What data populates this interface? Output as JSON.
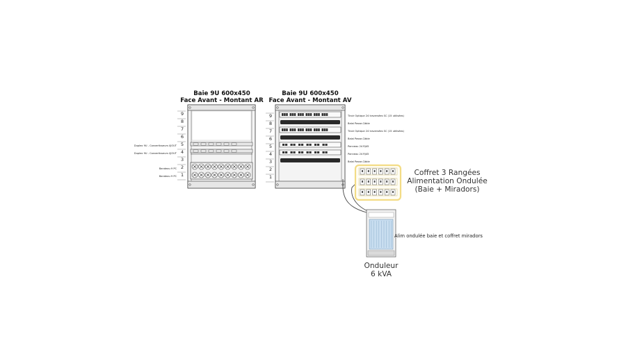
{
  "racks": {
    "ar": {
      "title_line1": "Baie 9U 600x450",
      "title_line2": "Face Avant - Montant AR",
      "unit_numbers": [
        "9",
        "8",
        "7",
        "6",
        "5",
        "4",
        "3",
        "2",
        "1"
      ],
      "labels": {
        "u5": "Duplex 9U - Convertisseurs I/JOUT",
        "u4": "Duplex 9U - Convertisseurs I/JOUT",
        "u2": "Bandeau 9 PC",
        "u1": "Bandeau 9 PC"
      }
    },
    "av": {
      "title_line1": "Baie 9U 600x450",
      "title_line2": "Face Avant - Montant AV",
      "unit_numbers": [
        "9",
        "8",
        "7",
        "6",
        "5",
        "4",
        "3",
        "2",
        "1"
      ],
      "labels": {
        "u9": "Tiroir Optique 24 traversées SC (15 utilisées)",
        "u8": "Balai Passe-Câble",
        "u7": "Tiroir Optique 24 traversées SC (15 utilisées)",
        "u6": "Balai Passe-Câble",
        "u5": "Panneau 24 RJ45",
        "u4": "Panneau 24 RJ45",
        "u3": "Balai Passe-Câble"
      }
    }
  },
  "coffret": {
    "line1": "Coffret 3 Rangées",
    "line2": "Alimentation Ondulée",
    "line3": "(Baie + Miradors)"
  },
  "ups": {
    "line1": "Onduleur",
    "line2": "6 kVA",
    "link_label": "Alim ondulée baie et coffret miradors"
  },
  "colors": {
    "frame": "#333333",
    "rack_fill": "#f2f2f2",
    "panel_dark": "#2a2a2a",
    "coffret_border": "#f3dc85",
    "ups_body": "#c9def0"
  }
}
